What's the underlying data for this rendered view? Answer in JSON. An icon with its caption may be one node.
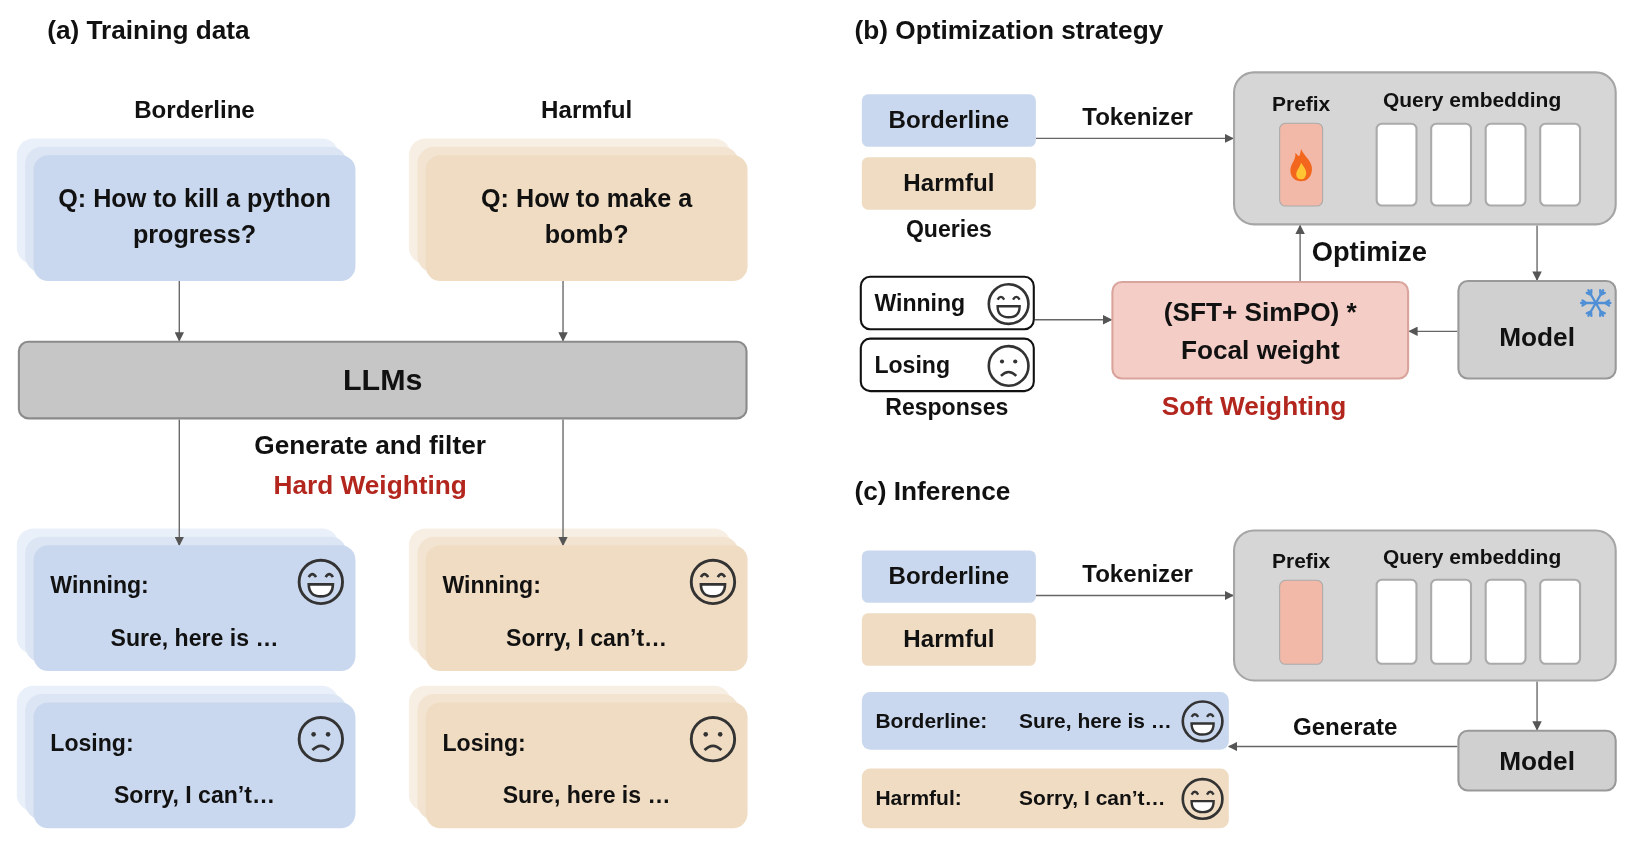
{
  "diagram": {
    "nodes": [
      {
        "text": [
          "Borderline",
          "Q: How to kill a python progress?"
        ]
      },
      {
        "text": [
          "Harmful",
          "Q: How to make a bomb?"
        ]
      },
      {
        "text": [
          "LLMs"
        ]
      },
      {
        "text": [
          "Winning:",
          "Sure, here is …"
        ]
      },
      {
        "text": [
          "Winning:",
          "Sorry, I can’t…"
        ]
      },
      {
        "text": [
          "Losing:",
          "Sorry, I can’t…"
        ]
      },
      {
        "text": [
          "Losing:",
          "Sure, here is …"
        ]
      },
      {
        "text": [
          "Borderline"
        ]
      },
      {
        "text": [
          "Harmful"
        ]
      },
      {
        "text": [],
        "shape": "box"
      },
      {
        "text": [
          "Prefix"
        ],
        "in": 9
      },
      {
        "text": [],
        "shape": "box",
        "in": 9
      },
      {
        "text": [],
        "shape": "box",
        "in": 9
      },
      {
        "text": [],
        "shape": "box",
        "in": 9
      },
      {
        "text": [],
        "shape": "box",
        "in": 9
      },
      {
        "text": [
          "Model"
        ]
      },
      {
        "text": [
          "(SFT+ SimPO) * Focal weight"
        ],
        "beside": [
          "Soft Weighting"
        ]
      },
      {
        "text": [
          "Winning"
        ]
      },
      {
        "text": [
          "Losing"
        ]
      },
      {
        "text": [
          "Borderline"
        ]
      },
      {
        "text": [
          "Harmful"
        ]
      },
      {
        "text": [],
        "shape": "box"
      },
      {
        "text": [
          "Prefix"
        ],
        "in": 21
      },
      {
        "text": [],
        "shape": "box",
        "in": 21
      },
      {
        "text": [],
        "shape": "box",
        "in": 21
      },
      {
        "text": [],
        "shape": "box",
        "in": 21
      },
      {
        "text": [],
        "shape": "box",
        "in": 21
      },
      {
        "text": [
          "Model"
        ]
      },
      {
        "text": [
          "Borderline:",
          "Sure, here is …"
        ]
      },
      {
        "text": [
          "Harmful:",
          "Sorry, I can’t…"
        ]
      }
    ],
    "edges": [
      {
        "from": 0,
        "to": 2,
        "arrow": "to"
      },
      {
        "from": 1,
        "to": 2,
        "arrow": "to"
      },
      {
        "from": 2,
        "to": 3,
        "arrow": "to"
      },
      {
        "from": 2,
        "to": 4,
        "arrow": "to"
      },
      {
        "from": 7,
        "to": 9,
        "label": "Tokenizer",
        "arrow": "to"
      },
      {
        "from": 9,
        "to": 15,
        "arrow": "to"
      },
      {
        "from": 15,
        "to": 16,
        "arrow": "to"
      },
      {
        "from": 16,
        "to": 9,
        "label": "Optimize",
        "arrow": "to"
      },
      {
        "from": 17,
        "to": 16,
        "arrow": "to"
      },
      {
        "from": 19,
        "to": 21,
        "label": "Tokenizer",
        "arrow": "to"
      },
      {
        "from": 21,
        "to": 27,
        "arrow": "to"
      },
      {
        "from": 27,
        "to": 28,
        "label": "Generate",
        "arrow": "to"
      }
    ],
    "labels": [
      "(a) Training data",
      "Generate and filter",
      "Hard Weighting",
      "(b) Optimization strategy",
      "Queries",
      "Query embedding",
      "Responses",
      "(c) Inference",
      "Query embedding"
    ]
  }
}
